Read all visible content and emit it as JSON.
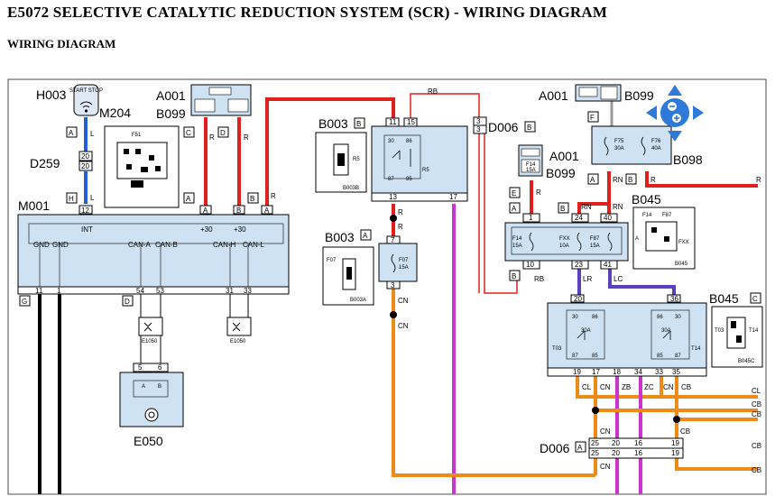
{
  "title": "E5072 SELECTIVE CATALYTIC REDUCTION SYSTEM (SCR) - WIRING DIAGRAM",
  "subtitle": "WIRING DIAGRAM",
  "components": {
    "h003": "H003",
    "m204": "M204",
    "d259": "D259",
    "m001": "M001",
    "a001_left": "A001",
    "b099_left": "B099",
    "b003_top": "B003",
    "b003_mid": "B003",
    "d006_top": "D006",
    "a001_top": "A001",
    "b099_top": "B099",
    "b098": "B098",
    "a001_mid": "A001",
    "b099_mid": "B099",
    "b045_top": "B045",
    "b045_mid": "B045",
    "d006_bottom": "D006",
    "e050": "E050"
  },
  "connector_labels": {
    "A": "A",
    "B": "B",
    "C": "C",
    "D": "D",
    "E": "E",
    "F": "F",
    "G": "G",
    "H": "H"
  },
  "wire_colors": {
    "L": "L",
    "R": "R",
    "RB": "RB",
    "RN": "RN",
    "CN": "CN",
    "LR": "LR",
    "LC": "LC",
    "CL": "CL",
    "ZB": "ZB",
    "ZC": "ZC",
    "CB": "CB"
  },
  "pins": {
    "h003_a": "A",
    "p20a": "20",
    "p20b": "20",
    "p12": "12",
    "p11": "11",
    "p1": "1",
    "p54": "54",
    "p53": "53",
    "p31": "31",
    "p33": "33",
    "p5": "5",
    "p6": "6",
    "p11b": "11",
    "p15": "15",
    "p13": "13",
    "p17": "17",
    "p3a": "3",
    "p3b": "3",
    "p7": "7",
    "p3c": "3",
    "p1b": "1",
    "p24": "24",
    "p40": "40",
    "p10": "10",
    "p23": "23",
    "p41": "41",
    "p20c": "20",
    "p36": "36",
    "p19": "19",
    "p17b": "17",
    "p18": "18",
    "p34": "34",
    "p33b": "33",
    "p35": "35",
    "p25a": "25",
    "p20d": "20",
    "p16a": "16",
    "p19b": "19",
    "p25b": "25",
    "p20e": "20",
    "p16b": "16",
    "p19c": "19",
    "p30": "30",
    "p86": "86",
    "p87": "87",
    "p85": "85"
  },
  "m001_labels": {
    "int": "INT",
    "p30a": "+30",
    "p30b": "+30",
    "gnd1": "GND",
    "gnd2": "GND",
    "cana": "CAN-A",
    "canb": "CAN-B",
    "canh": "CAN-H",
    "canl": "CAN-L"
  },
  "fuses": {
    "f51": "F51",
    "f07": "F07",
    "f07_amp": "15A",
    "f75": "F75",
    "f75_amp": "30A",
    "f76": "F76",
    "f76_amp": "40A",
    "f14": "F14",
    "f14_amp": "15A",
    "fxx": "FXX",
    "fxx_amp": "10A",
    "f87": "F87",
    "f87_amp": "15A",
    "r5": "R5",
    "t03": "T03",
    "t14": "T14",
    "relay30a": "30A"
  },
  "subparts": {
    "b003b": "B003B",
    "b003a": "B003A",
    "b045": "B045",
    "b045c": "B045C",
    "e1050a": "E1050",
    "e1050b": "E1050",
    "start_stop": "START STOP"
  },
  "colors": {
    "red": "#e0201c",
    "blue": "#1f5fd8",
    "orange": "#ef8a16",
    "magenta": "#cc33cc",
    "purple": "#5a3fc0",
    "box_fill": "#cfe2f3",
    "nav_blue": "#2f79d8"
  },
  "icons": [
    "pan-up-icon",
    "pan-down-icon",
    "pan-left-icon",
    "pan-right-icon",
    "zoom-in-icon",
    "zoom-out-icon"
  ]
}
